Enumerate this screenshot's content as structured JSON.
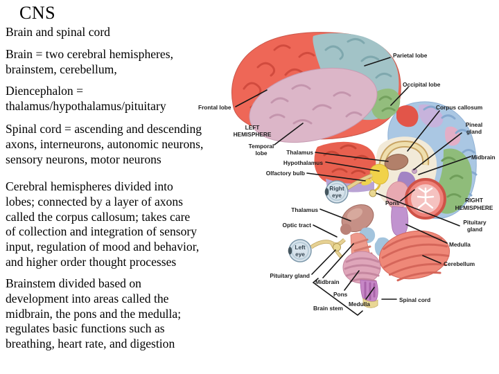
{
  "slide": {
    "title": "CNS"
  },
  "left_text": {
    "paragraphs": [
      {
        "lines": [
          "Brain and spinal cord"
        ]
      },
      {
        "lines": [
          "Brain = two cerebral hemispheres,",
          "brainstem, cerebellum,"
        ]
      },
      {
        "lines": [
          "Diencephalon =",
          "thalamus/hypothalamus/pituitary"
        ]
      },
      {
        "lines": [
          "Spinal cord = ascending and descending",
          "axons, interneurons, autonomic neurons,",
          "sensory neurons, motor neurons"
        ]
      },
      {
        "lines": [
          "Cerebral hemispheres divided into",
          "lobes; connected by a layer of axons",
          "called the corpus callosum; takes care",
          "of collection and integration of sensory",
          "input, regulation of mood and behavior,",
          "and higher order thought processes"
        ]
      },
      {
        "lines": [
          "Brainstem divided based on",
          "development into areas called the",
          "midbrain, the pons and the medulla;",
          "regulates basic functions such as",
          "breathing, heart rate, and digestion"
        ]
      }
    ]
  },
  "diagram": {
    "labels": {
      "parietal_lobe": "Parietal lobe",
      "occipital_lobe": "Occipital lobe",
      "corpus_callosum": "Corpus callosum",
      "pineal_gland_line1": "Pineal",
      "pineal_gland_line2": "gland",
      "midbrain_right": "Midbrain",
      "frontal_lobe": "Frontal lobe",
      "left_hemisphere_line1": "LEFT",
      "left_hemisphere_line2": "HEMISPHERE",
      "temporal_lobe_line1": "Temporal",
      "temporal_lobe_line2": "lobe",
      "thalamus_upper": "Thalamus",
      "hypothalamus": "Hypothalamus",
      "olfactory_bulb": "Olfactory bulb",
      "right_eye_line1": "Right",
      "right_eye_line2": "eye",
      "pons_sagittal": "Pons",
      "right_hemisphere_line1": "RIGHT",
      "right_hemisphere_line2": "HEMISPHERE",
      "pituitary_right_line1": "Pituitary",
      "pituitary_right_line2": "gland",
      "medulla_right": "Medulla",
      "cerebellum": "Cerebellum",
      "spinal_cord": "Spinal cord",
      "thalamus_lower": "Thalamus",
      "optic_tract": "Optic tract",
      "left_eye_line1": "Left",
      "left_eye_line2": "eye",
      "pituitary_lower": "Pituitary gland",
      "midbrain_lower": "Midbrain",
      "pons_lower": "Pons",
      "medulla_lower": "Medulla",
      "brain_stem": "Brain stem"
    },
    "colors": {
      "frontal_lobe": "#ee6757",
      "parietal_lobe": "#a2c3c7",
      "temporal_lobe": "#dcb6c8",
      "occipital_lobe": "#93bd7d",
      "sagittal_cortex": "#aac7e3",
      "sagittal_occipital": "#8fbc7a",
      "medial_temporal_red": "#e8604f",
      "cerebellum_ball": "#ef8878",
      "brainstem_purple": "#c687c6",
      "pons_pink": "#dfa6ba",
      "thalamus_brown": "#b2806a",
      "hypothalamus_yellow": "#f1d24a",
      "corpus_callosum_cream": "#e0c080",
      "eye_fill": "#d7e3ec",
      "label_text": "#1c1c1c"
    }
  }
}
